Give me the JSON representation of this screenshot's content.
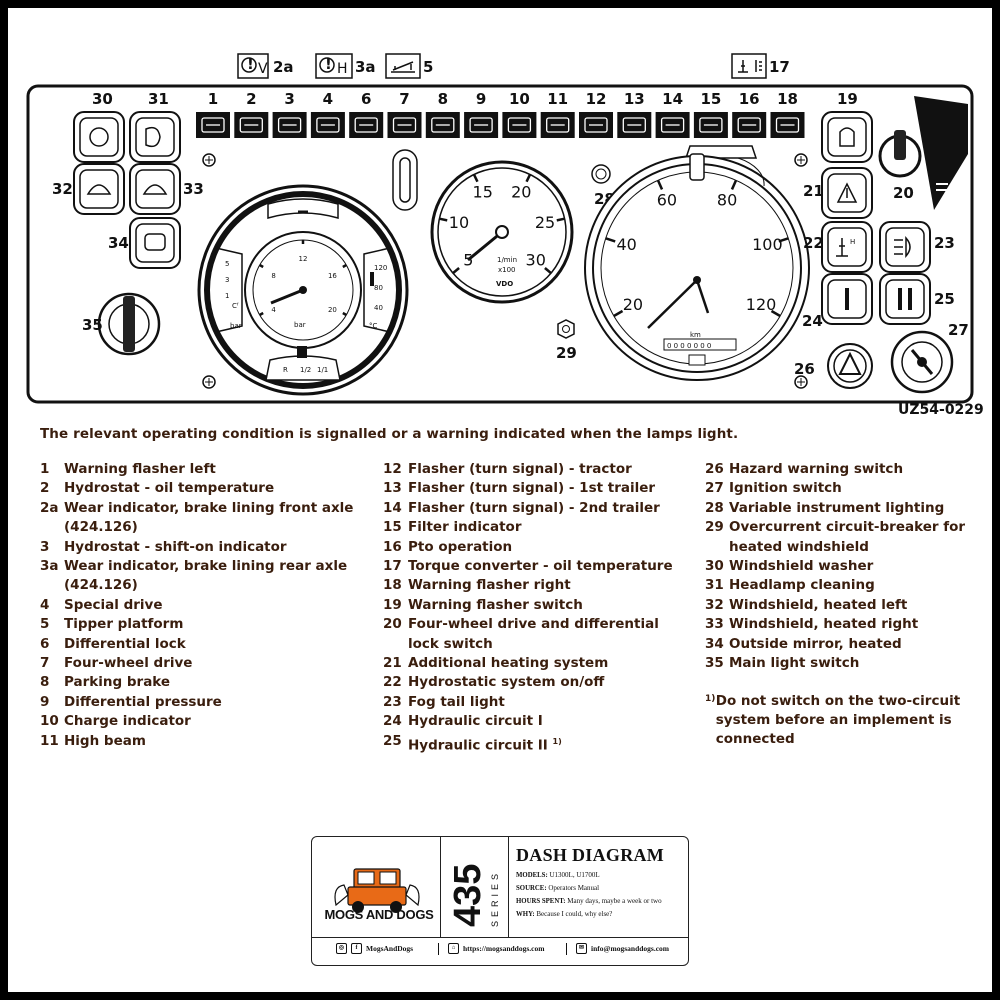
{
  "diagram": {
    "top_indicators": [
      {
        "num": "2a",
        "icon": "brake-wear-front-icon",
        "sub": "V"
      },
      {
        "num": "3a",
        "icon": "brake-wear-rear-icon",
        "sub": "H"
      },
      {
        "num": "5",
        "icon": "tipper-platform-icon"
      },
      {
        "num": "17",
        "icon": "converter-temperature-icon"
      }
    ],
    "lamp_numbers": [
      "1",
      "2",
      "3",
      "4",
      "6",
      "7",
      "8",
      "9",
      "10",
      "11",
      "12",
      "13",
      "14",
      "15",
      "16",
      "18"
    ],
    "lamp_icons": [
      "flasher-left-icon",
      "hydrostat-temp-icon",
      "hydrostat-shift-icon",
      "special-drive-icon",
      "diff-lock-icon",
      "four-wheel-drive-icon",
      "parking-brake-icon",
      "diff-pressure-icon",
      "charge-icon",
      "high-beam-icon",
      "turn-tractor-icon",
      "turn-trailer1-icon",
      "turn-trailer2-icon",
      "filter-icon",
      "pto-icon",
      "flasher-right-icon"
    ],
    "callouts": [
      "30",
      "31",
      "32",
      "33",
      "34",
      "35",
      "19",
      "20",
      "21",
      "22",
      "23",
      "24",
      "25",
      "26",
      "27",
      "28",
      "29"
    ],
    "tachometer": {
      "ticks": [
        "5",
        "10",
        "15",
        "20",
        "25",
        "30"
      ],
      "unit_top": "1/min",
      "unit_bottom": "x100",
      "brand": "VDO"
    },
    "speedometer": {
      "ticks": [
        "20",
        "40",
        "60",
        "80",
        "100",
        "120"
      ],
      "unit": "km",
      "odometer": "0000000"
    },
    "combo_gauge": {
      "pressure_ticks": [
        "4",
        "8",
        "12",
        "16",
        "20"
      ],
      "pressure_unit": "bar",
      "left_ticks": [
        "5",
        "3",
        "1"
      ],
      "left_unit": "bar",
      "temp_ticks": [
        "120",
        "80",
        "40"
      ],
      "temp_unit": "°C",
      "fuel_ticks": [
        "R",
        "1/2",
        "1/1"
      ]
    },
    "reference_code": "UZ54-0229"
  },
  "intro": "The relevant operating condition is signalled or a warning indicated when the lamps light.",
  "legend": {
    "col1": [
      {
        "num": "1",
        "text": "Warning flasher left"
      },
      {
        "num": "2",
        "text": "Hydrostat - oil temperature"
      },
      {
        "num": "2a",
        "text": "Wear indicator, brake lining front axle (424.126)"
      },
      {
        "num": "3",
        "text": "Hydrostat - shift-on indicator"
      },
      {
        "num": "3a",
        "text": "Wear indicator, brake lining rear axle (424.126)"
      },
      {
        "num": "4",
        "text": "Special drive"
      },
      {
        "num": "5",
        "text": "Tipper platform"
      },
      {
        "num": "6",
        "text": "Differential lock"
      },
      {
        "num": "7",
        "text": "Four-wheel drive"
      },
      {
        "num": "8",
        "text": "Parking brake"
      },
      {
        "num": "9",
        "text": "Differential pressure"
      },
      {
        "num": "10",
        "text": "Charge indicator"
      },
      {
        "num": "11",
        "text": "High beam"
      }
    ],
    "col2": [
      {
        "num": "12",
        "text": "Flasher (turn signal) - tractor"
      },
      {
        "num": "13",
        "text": "Flasher (turn signal) - 1st trailer"
      },
      {
        "num": "14",
        "text": "Flasher (turn signal) - 2nd trailer"
      },
      {
        "num": "15",
        "text": "Filter indicator"
      },
      {
        "num": "16",
        "text": "Pto operation"
      },
      {
        "num": "17",
        "text": "Torque converter - oil temperature"
      },
      {
        "num": "18",
        "text": "Warning flasher right"
      },
      {
        "num": "19",
        "text": "Warning flasher switch"
      },
      {
        "num": "20",
        "text": "Four-wheel drive and differential lock switch"
      },
      {
        "num": "21",
        "text": "Additional heating system"
      },
      {
        "num": "22",
        "text": "Hydrostatic system on/off"
      },
      {
        "num": "23",
        "text": "Fog tail light"
      },
      {
        "num": "24",
        "text": "Hydraulic circuit I"
      },
      {
        "num": "25",
        "text": "Hydraulic circuit II",
        "sup": "1)"
      }
    ],
    "col3": [
      {
        "num": "26",
        "text": "Hazard warning switch"
      },
      {
        "num": "27",
        "text": "Ignition switch"
      },
      {
        "num": "28",
        "text": "Variable instrument lighting"
      },
      {
        "num": "29",
        "text": "Overcurrent circuit-breaker for heated windshield"
      },
      {
        "num": "30",
        "text": "Windshield washer"
      },
      {
        "num": "31",
        "text": "Headlamp cleaning"
      },
      {
        "num": "32",
        "text": "Windshield, heated left"
      },
      {
        "num": "33",
        "text": "Windshield, heated right"
      },
      {
        "num": "34",
        "text": "Outside mirror, heated"
      },
      {
        "num": "35",
        "text": "Main light switch"
      }
    ],
    "footnote": {
      "num": "1)",
      "text": "Do not switch on the two-circuit system before an implement is connected"
    }
  },
  "card": {
    "brand": "MOGS AND DOGS",
    "series_num": "435",
    "series_label": "SERIES",
    "title": "DASH DIAGRAM",
    "models_label": "MODELS:",
    "models_value": "U1300L, U1700L",
    "source_label": "SOURCE:",
    "source_value": "Operators Manual",
    "hours_label": "HOURS SPENT:",
    "hours_value": "Many days, maybe a week or two",
    "why_label": "WHY:",
    "why_value": "Because I could, why else?",
    "social": "MogsAndDogs",
    "website": "https://mogsanddogs.com",
    "email": "info@mogsanddogs.com"
  }
}
